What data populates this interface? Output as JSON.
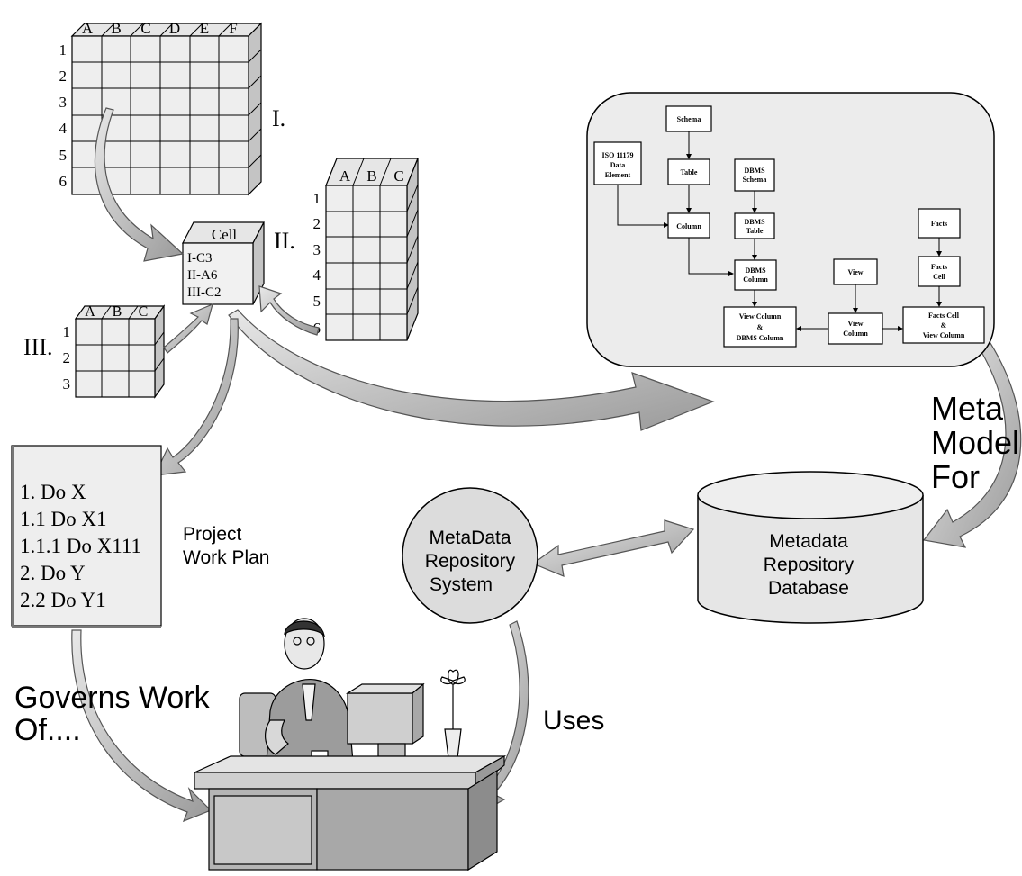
{
  "grid1": {
    "columns": [
      "A",
      "B",
      "C",
      "D",
      "E",
      "F"
    ],
    "rows": [
      "1",
      "2",
      "3",
      "4",
      "5",
      "6"
    ],
    "roman": "I."
  },
  "grid2": {
    "columns": [
      "A",
      "B",
      "C"
    ],
    "rows": [
      "1",
      "2",
      "3",
      "4",
      "5",
      "6"
    ],
    "roman": "II."
  },
  "grid3": {
    "columns": [
      "A",
      "B",
      "C"
    ],
    "rows": [
      "1",
      "2",
      "3"
    ],
    "roman": "III."
  },
  "cell_cube": {
    "title": "Cell",
    "refs": [
      "I-C3",
      "II-A6",
      "III-C2"
    ]
  },
  "metamodel": {
    "nodes": {
      "schema": "Schema",
      "iso": [
        "ISO 11179",
        "Data",
        "Element"
      ],
      "table": "Table",
      "dbms_schema": [
        "DBMS",
        "Schema"
      ],
      "column": "Column",
      "dbms_table": [
        "DBMS",
        "Table"
      ],
      "facts": "Facts",
      "dbms_column": [
        "DBMS",
        "Column"
      ],
      "view": "View",
      "facts_cell": [
        "Facts",
        "Cell"
      ],
      "view_dbms_column": [
        "View Column",
        "&",
        "DBMS Column"
      ],
      "view_column": [
        "View",
        "Column"
      ],
      "facts_view_column": [
        "Facts Cell",
        "&",
        "View Column"
      ]
    },
    "caption": [
      "Meta",
      "Model",
      "For"
    ]
  },
  "repository_db": [
    "Metadata",
    "Repository",
    "Database"
  ],
  "repository_system": [
    "MetaData",
    "Repository",
    "System"
  ],
  "work_plan": {
    "items": [
      "1. Do X",
      "1.1 Do X1",
      "1.1.1 Do X111",
      "2. Do Y",
      "2.2 Do Y1"
    ],
    "label": [
      "Project",
      "Work Plan"
    ]
  },
  "labels": {
    "governs": [
      "Governs Work",
      "Of...."
    ],
    "uses": "Uses"
  }
}
